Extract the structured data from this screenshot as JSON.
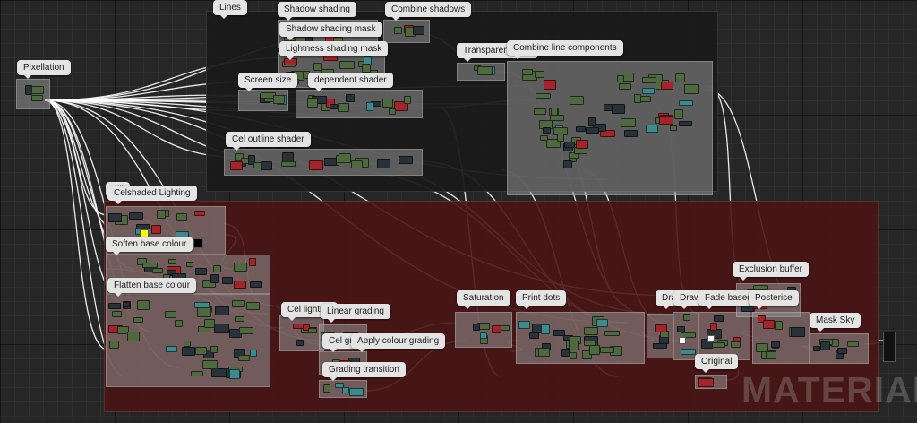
{
  "editor": {
    "watermark": "MATERIAL"
  },
  "comments": [
    {
      "id": "lines",
      "label": "Lines"
    },
    {
      "id": "shadow-shading",
      "label": "Shadow shading"
    },
    {
      "id": "combine-shadows",
      "label": "Combine shadows"
    },
    {
      "id": "shadow-shading-mask",
      "label": "Shadow shading mask"
    },
    {
      "id": "lightness-shading-mask",
      "label": "Lightness shading mask"
    },
    {
      "id": "transparent-lines",
      "label": "Transparent lines"
    },
    {
      "id": "combine-line-components",
      "label": "Combine line components"
    },
    {
      "id": "pixellation",
      "label": "Pixellation"
    },
    {
      "id": "screen-size",
      "label": "Screen size"
    },
    {
      "id": "dependent-shader",
      "label": "dependent shader"
    },
    {
      "id": "cel-outline-shader",
      "label": "Cel outline shader"
    },
    {
      "id": "fill",
      "label": "Fill"
    },
    {
      "id": "celshaded-lighting",
      "label": "Celshaded Lighting"
    },
    {
      "id": "soften-base-colour",
      "label": "Soften base colour"
    },
    {
      "id": "flatten-base-colour",
      "label": "Flatten base colour"
    },
    {
      "id": "cel-lighting",
      "label": "Cel lighting"
    },
    {
      "id": "linear-grading",
      "label": "Linear grading"
    },
    {
      "id": "cel-grading",
      "label": "Cel grading"
    },
    {
      "id": "apply-colour-grading",
      "label": "Apply colour grading"
    },
    {
      "id": "grading-transition",
      "label": "Grading transition"
    },
    {
      "id": "saturation",
      "label": "Saturation"
    },
    {
      "id": "print-dots",
      "label": "Print dots"
    },
    {
      "id": "draw-lines",
      "label": "Draw lines"
    },
    {
      "id": "draw-base-colour",
      "label": "Draw base colour"
    },
    {
      "id": "fade-based-on-depth",
      "label": "Fade based on depth"
    },
    {
      "id": "exclusion-buffer",
      "label": "Exclusion buffer"
    },
    {
      "id": "posterise",
      "label": "Posterise"
    },
    {
      "id": "mask-sky",
      "label": "Mask Sky"
    },
    {
      "id": "original",
      "label": "Original"
    }
  ],
  "colors": {
    "graph_background": "#262626",
    "comment_box_gray": "#6e6e6e",
    "comment_box_dark": "#1a1a1a",
    "comment_box_red": "#4a1515",
    "node_green": "#4e6840",
    "node_dark": "#283238",
    "node_red": "#a3242a",
    "node_teal": "#3d8a8c",
    "wire_white": "#ffffff",
    "highlight_yellow": "#ffff00"
  }
}
